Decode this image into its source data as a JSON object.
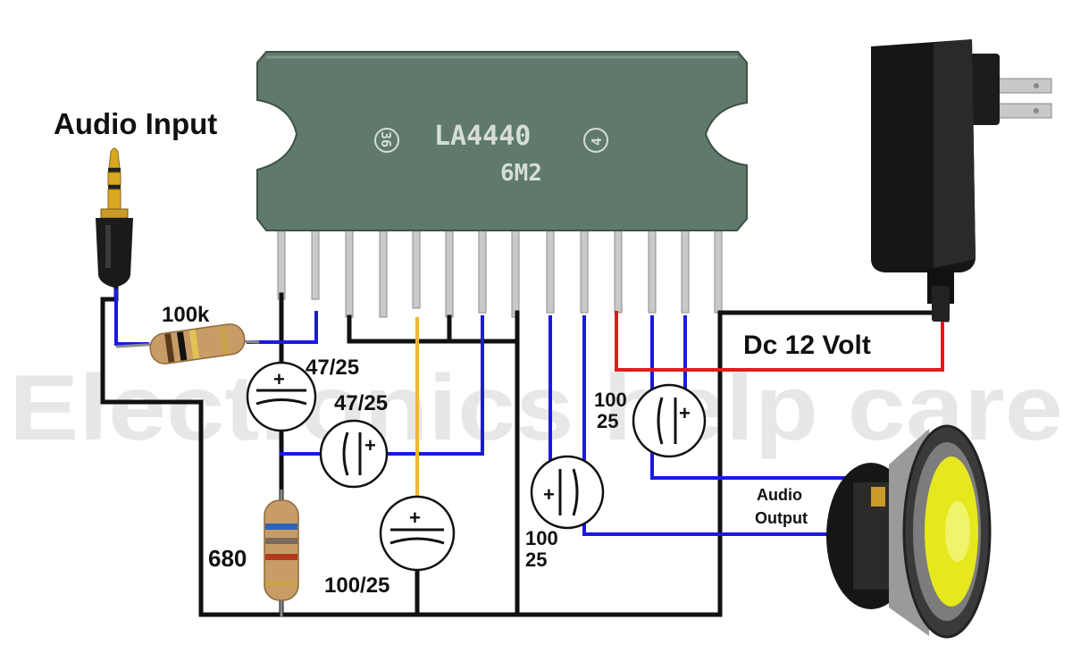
{
  "title": "Audio Input",
  "ic": {
    "part": "LA4440",
    "code": "6M2",
    "mark_left": "36",
    "mark_right": "4"
  },
  "labels": {
    "resistor_input": "100k",
    "resistor_feedback": "680",
    "power": "Dc 12 Volt",
    "output_line1": "Audio",
    "output_line2": "Output"
  },
  "capacitors": {
    "c1": "47/25",
    "c2": "47/25",
    "c3": "100/25",
    "c4_value": "100",
    "c4_voltage": "25",
    "c5_value": "100",
    "c5_voltage": "25"
  },
  "watermark": "Electronics help care",
  "plus_sign": "+",
  "colors": {
    "ground": "#111111",
    "signal": "#1a1adf",
    "supply": "#e11b1b",
    "bootstrap": "#f2b62a",
    "chip": "#5f7a6a",
    "speaker_cone": "#e6e81e"
  }
}
